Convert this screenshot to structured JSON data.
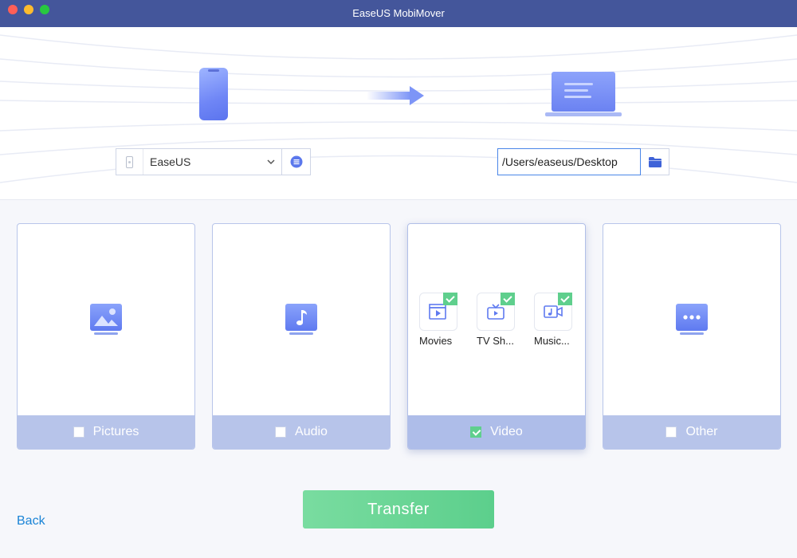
{
  "window": {
    "title": "EaseUS MobiMover"
  },
  "source": {
    "device_name": "EaseUS"
  },
  "destination": {
    "path": "/Users/easeus/Desktop"
  },
  "categories": [
    {
      "label": "Pictures",
      "checked": false,
      "icon": "picture-icon"
    },
    {
      "label": "Audio",
      "checked": false,
      "icon": "music-icon"
    },
    {
      "label": "Video",
      "checked": true,
      "icon": "video-icon",
      "sub_items": [
        {
          "label": "Movies",
          "icon": "movie-icon",
          "checked": true
        },
        {
          "label": "TV Sh...",
          "icon": "tv-icon",
          "checked": true
        },
        {
          "label": "Music...",
          "icon": "music-video-icon",
          "checked": true
        }
      ]
    },
    {
      "label": "Other",
      "checked": false,
      "icon": "more-icon"
    }
  ],
  "actions": {
    "transfer_label": "Transfer",
    "back_label": "Back"
  },
  "colors": {
    "titlebar": "#44569b",
    "accent_green": "#5fcf8d",
    "card_footer": "#b7c4ea",
    "link_blue": "#1a84d6",
    "icon_blue": "#6f86f6"
  }
}
